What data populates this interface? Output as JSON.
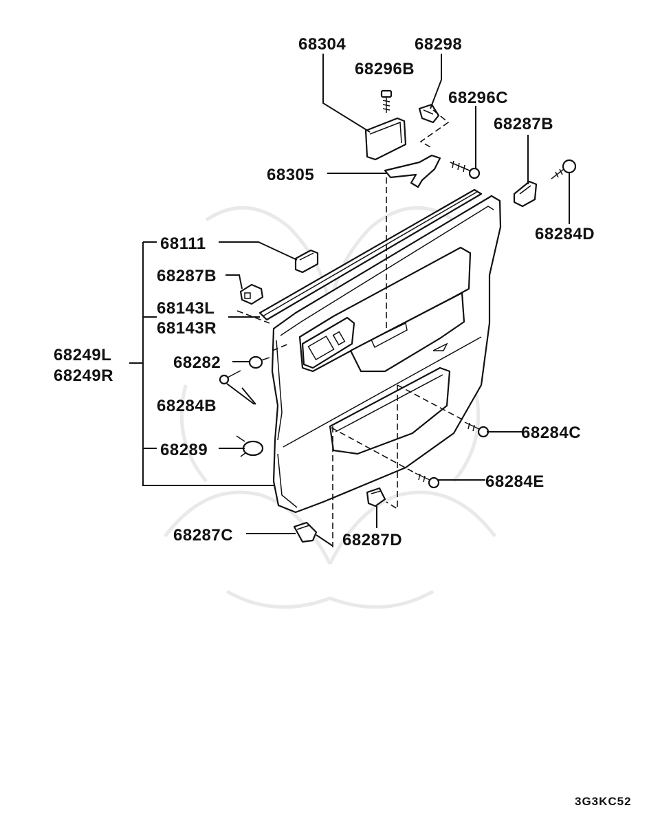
{
  "diagram": {
    "drawing_code": "3G3KC52",
    "labels": {
      "p68304": "68304",
      "p68298": "68298",
      "p68296B": "68296B",
      "p68296C": "68296C",
      "p68287B_top": "68287B",
      "p68305": "68305",
      "p68284D": "68284D",
      "p68111": "68111",
      "p68287B_left": "68287B",
      "p68143L": "68143L",
      "p68143R": "68143R",
      "p68249L": "68249L",
      "p68249R": "68249R",
      "p68282": "68282",
      "p68284B": "68284B",
      "p68284C": "68284C",
      "p68289": "68289",
      "p68284E": "68284E",
      "p68287C": "68287C",
      "p68287D": "68287D"
    }
  }
}
